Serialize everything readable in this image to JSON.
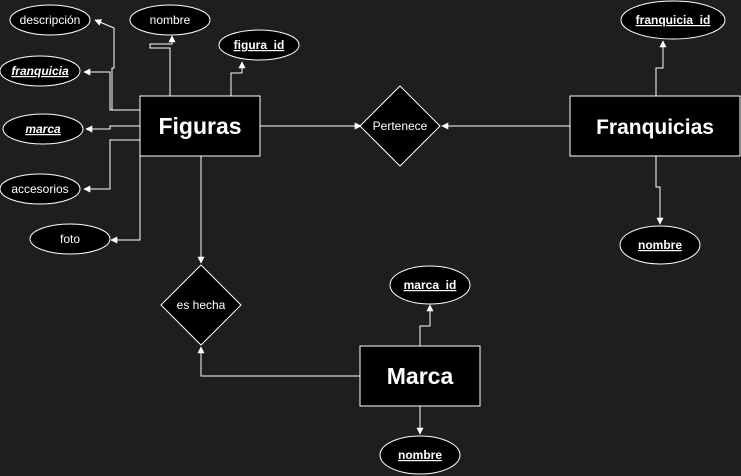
{
  "entities": {
    "figuras": "Figuras",
    "franquicias": "Franquicias",
    "marca": "Marca"
  },
  "relationships": {
    "pertenece": "Pertenece",
    "es_hecha": "es hecha"
  },
  "figuras_attributes": {
    "descripcion": "descripción",
    "nombre": "nombre",
    "figura_id": "figura_id",
    "franquicia": "franquicia",
    "marca": "marca",
    "accesorios": "accesorios",
    "foto": "foto"
  },
  "franquicias_attributes": {
    "franquicia_id": "franquicia_id",
    "nombre": "nombre"
  },
  "marca_attributes": {
    "marca_id": "marca_id",
    "nombre": "nombre"
  },
  "colors": {
    "background": "#1e1e1e",
    "shape_fill": "#000000",
    "stroke": "#ffffff"
  }
}
